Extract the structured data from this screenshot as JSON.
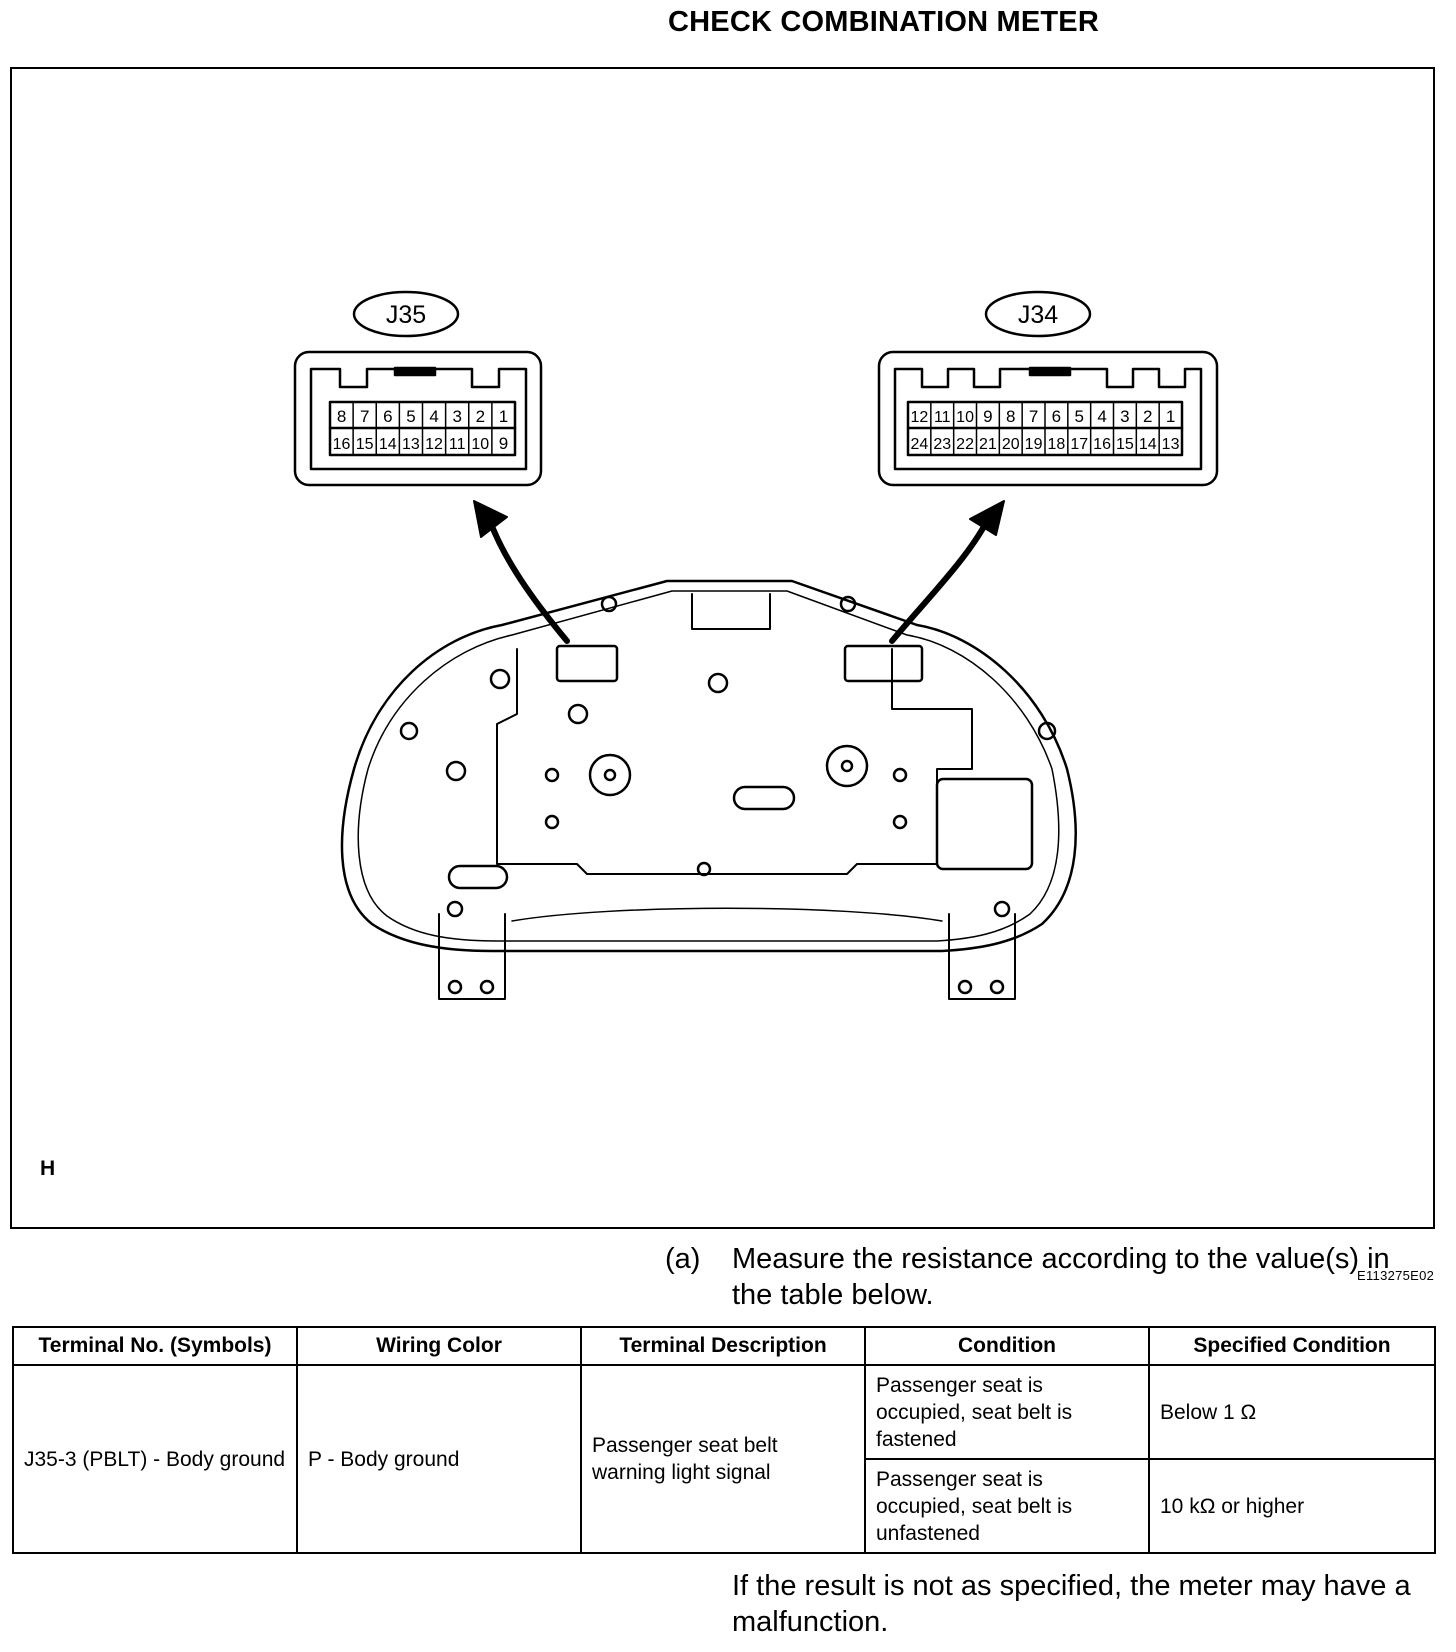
{
  "title": "CHECK COMBINATION METER",
  "figure": {
    "view_letter": "H",
    "code": "E113275E02",
    "connectors": [
      {
        "label": "J35",
        "top_row": [
          "8",
          "7",
          "6",
          "5",
          "4",
          "3",
          "2",
          "1"
        ],
        "bottom_row": [
          "16",
          "15",
          "14",
          "13",
          "12",
          "11",
          "10",
          "9"
        ]
      },
      {
        "label": "J34",
        "top_row": [
          "12",
          "11",
          "10",
          "9",
          "8",
          "7",
          "6",
          "5",
          "4",
          "3",
          "2",
          "1"
        ],
        "bottom_row": [
          "24",
          "23",
          "22",
          "21",
          "20",
          "19",
          "18",
          "17",
          "16",
          "15",
          "14",
          "13"
        ]
      }
    ]
  },
  "step": {
    "marker": "(a)",
    "text": "Measure the resistance according to the value(s) in the table below."
  },
  "table": {
    "headers": [
      "Terminal No. (Symbols)",
      "Wiring Color",
      "Terminal Description",
      "Condition",
      "Specified Condition"
    ],
    "terminal": "J35-3 (PBLT) - Body ground",
    "wiring_color": "P - Body ground",
    "description": "Passenger seat belt warning light signal",
    "conditions": [
      {
        "condition": "Passenger seat is occupied, seat belt is fastened",
        "specified": "Below 1 Ω"
      },
      {
        "condition": "Passenger seat is occupied, seat belt is unfastened",
        "specified": "10 kΩ or higher"
      }
    ]
  },
  "note": "If the result is not as specified, the meter may have a malfunction."
}
